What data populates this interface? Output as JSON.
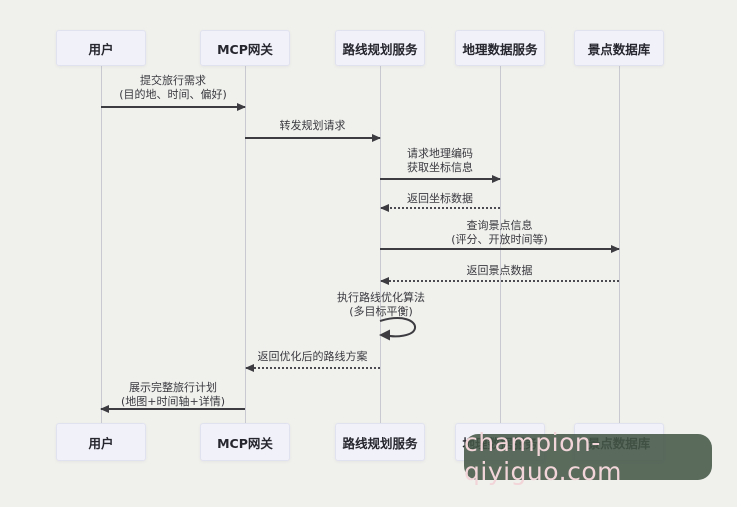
{
  "diagram": {
    "kind": "sequence-diagram",
    "actors": [
      {
        "label": "用户"
      },
      {
        "label": "MCP网关"
      },
      {
        "label": "路线规划服务"
      },
      {
        "label": "地理数据服务"
      },
      {
        "label": "景点数据库"
      }
    ],
    "messages": [
      {
        "from": "用户",
        "to": "MCP网关",
        "style": "solid",
        "lines": [
          "提交旅行需求",
          "(目的地、时间、偏好)"
        ]
      },
      {
        "from": "MCP网关",
        "to": "路线规划服务",
        "style": "solid",
        "lines": [
          "转发规划请求"
        ]
      },
      {
        "from": "路线规划服务",
        "to": "地理数据服务",
        "style": "solid",
        "lines": [
          "请求地理编码",
          "获取坐标信息"
        ]
      },
      {
        "from": "地理数据服务",
        "to": "路线规划服务",
        "style": "dotted",
        "lines": [
          "返回坐标数据"
        ]
      },
      {
        "from": "路线规划服务",
        "to": "景点数据库",
        "style": "solid",
        "lines": [
          "查询景点信息",
          "(评分、开放时间等)"
        ]
      },
      {
        "from": "景点数据库",
        "to": "路线规划服务",
        "style": "dotted",
        "lines": [
          "返回景点数据"
        ]
      },
      {
        "from": "路线规划服务",
        "to": "路线规划服务",
        "style": "self-loop",
        "lines": [
          "执行路线优化算法",
          "(多目标平衡)"
        ]
      },
      {
        "from": "路线规划服务",
        "to": "MCP网关",
        "style": "dotted",
        "lines": [
          "返回优化后的路线方案"
        ]
      },
      {
        "from": "MCP网关",
        "to": "用户",
        "style": "solid",
        "lines": [
          "展示完整旅行计划",
          "(地图+时间轴+详情)"
        ]
      }
    ]
  },
  "watermark": {
    "text": "champion-qiyiguo.com"
  },
  "colors": {
    "background": "#f0f1ed",
    "actor_box_fill": "#f1f1f9",
    "actor_box_border": "#e1e2ef",
    "lifeline": "#c9cad1",
    "arrow": "#3c3c41",
    "watermark_bg": "#445848",
    "watermark_text": "#f2d5d8"
  }
}
